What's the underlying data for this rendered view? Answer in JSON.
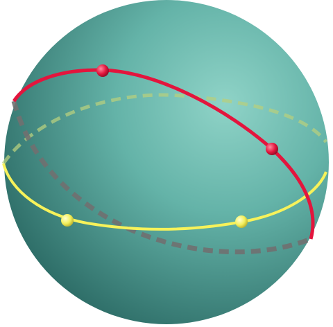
{
  "figure": {
    "background": "#ffffff",
    "sphere": {
      "color_highlight": "#8fd3c7",
      "color_mid": "#5eaea3",
      "color_shadow": "#2f6f69"
    },
    "great_circles": [
      {
        "name": "yellow-great-circle",
        "color": "#f7f25a",
        "hidden_part_color": "#bfcf7a",
        "points": 2
      },
      {
        "name": "red-great-circle",
        "color": "#e3153d",
        "hidden_part_color": "#6f6f6f",
        "points": 2
      }
    ],
    "point_markers": {
      "yellow_color": "#f3ef5a",
      "red_color": "#e3153d"
    }
  }
}
